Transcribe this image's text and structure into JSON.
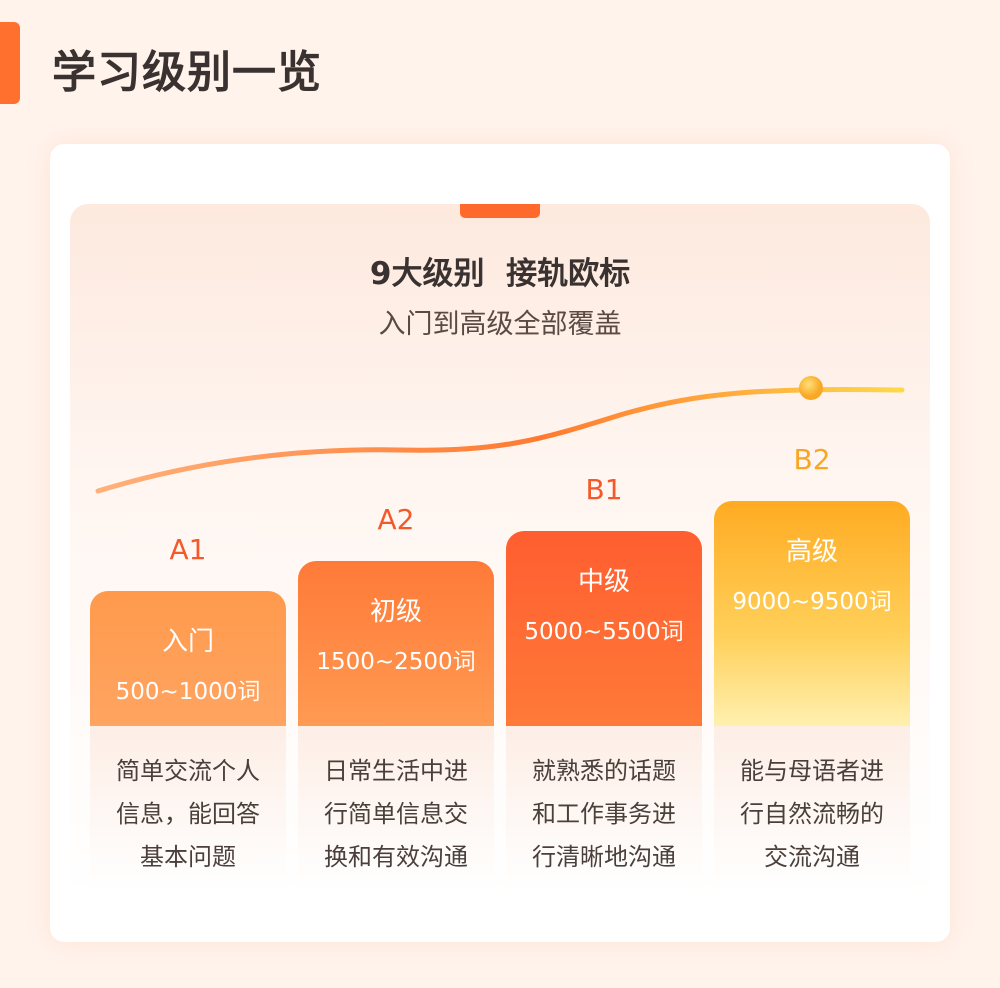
{
  "page_title": "学习级别一览",
  "headline": "9大级别  接轨欧标",
  "subtitle": "入门到高级全部覆盖",
  "levels": [
    {
      "code": "A1",
      "name": "入门",
      "words": "500~1000词",
      "desc": [
        "简单交流个人",
        "信息，能回答",
        "基本问题"
      ],
      "color": "#f4592a"
    },
    {
      "code": "A2",
      "name": "初级",
      "words": "1500~2500词",
      "desc": [
        "日常生活中进",
        "行简单信息交",
        "换和有效沟通"
      ],
      "color": "#f4592a"
    },
    {
      "code": "B1",
      "name": "中级",
      "words": "5000~5500词",
      "desc": [
        "就熟悉的话题",
        "和工作事务进",
        "行清晰地沟通"
      ],
      "color": "#f4592a"
    },
    {
      "code": "B2",
      "name": "高级",
      "words": "9000~9500词",
      "desc": [
        "能与母语者进",
        "行自然流畅的",
        "交流沟通"
      ],
      "color": "#f8a623"
    }
  ]
}
